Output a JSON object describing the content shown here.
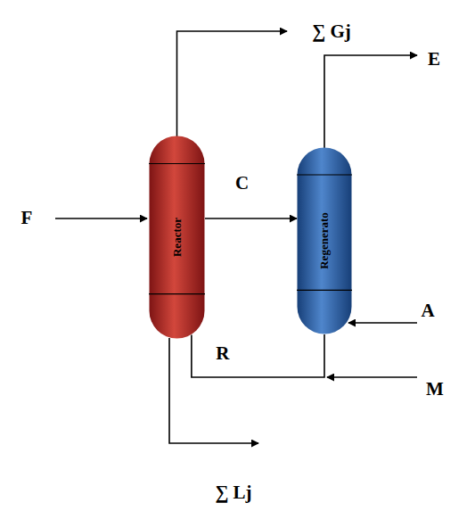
{
  "diagram": {
    "nodes": [
      {
        "text": [
          "Reactor"
        ]
      },
      {
        "text": [
          "Regenerato"
        ]
      }
    ],
    "edges": [
      {
        "from": 0,
        "to": 1,
        "arrow": "to",
        "label": "C"
      },
      {
        "from": 1,
        "to": 0,
        "arrow": "none",
        "label": "R"
      }
    ],
    "labels": [
      "∑ Gj",
      "F",
      "E",
      "A",
      "M",
      "∑ Lj"
    ]
  }
}
